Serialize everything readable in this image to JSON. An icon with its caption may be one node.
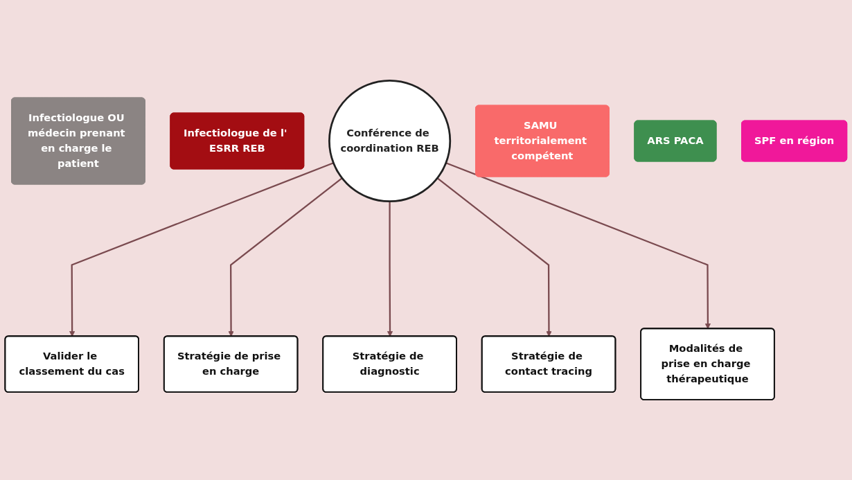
{
  "diagram": {
    "nodes": [
      {
        "text": [
          "Infectiologue OU médecin prenant en charge le patient"
        ]
      },
      {
        "text": [
          "Infectiologue de l' ESRR REB"
        ]
      },
      {
        "text": [
          "Conférence de coordination REB"
        ]
      },
      {
        "text": [
          "SAMU territorialement compétent"
        ]
      },
      {
        "text": [
          "ARS PACA"
        ]
      },
      {
        "text": [
          "SPF en région"
        ]
      },
      {
        "text": [
          "Valider le classement du cas"
        ]
      },
      {
        "text": [
          "Stratégie de prise en charge"
        ]
      },
      {
        "text": [
          "Stratégie de diagnostic"
        ]
      },
      {
        "text": [
          "Stratégie de contact tracing"
        ]
      },
      {
        "text": [
          "Modalités de prise en charge thérapeutique"
        ]
      }
    ],
    "edges": [
      {
        "from": 2,
        "to": 6,
        "arrow": "to"
      },
      {
        "from": 2,
        "to": 7,
        "arrow": "to"
      },
      {
        "from": 2,
        "to": 8,
        "arrow": "to"
      },
      {
        "from": 2,
        "to": 9,
        "arrow": "to"
      },
      {
        "from": 2,
        "to": 10,
        "arrow": "to"
      }
    ]
  }
}
